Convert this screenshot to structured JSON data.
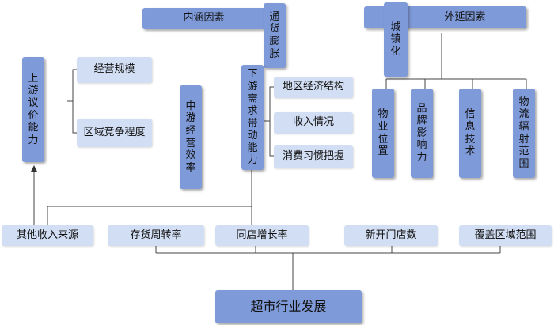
{
  "top_groups": {
    "inner": "内涵因素",
    "outer": "外延因素"
  },
  "nodes": {
    "inflation": "通货膨胀",
    "urbanization": "城镇化",
    "upstream": "上游议价能力",
    "business_scale": "经营规模",
    "regional_competition": "区域竞争程度",
    "midstream": "中游经营效率",
    "downstream": "下游需求带动能力",
    "regional_economy": "地区经济结构",
    "income": "收入情况",
    "consumption_habits": "消费习惯把握",
    "location": "物业位置",
    "brand": "品牌影响力",
    "info_tech": "信息技术",
    "logistics": "物流辐射范围"
  },
  "metrics": {
    "other_income": "其他收入来源",
    "inventory_turnover": "存货周转率",
    "same_store_growth": "同店增长率",
    "new_stores": "新开门店数",
    "coverage": "覆盖区域范围"
  },
  "root": "超市行业发展"
}
